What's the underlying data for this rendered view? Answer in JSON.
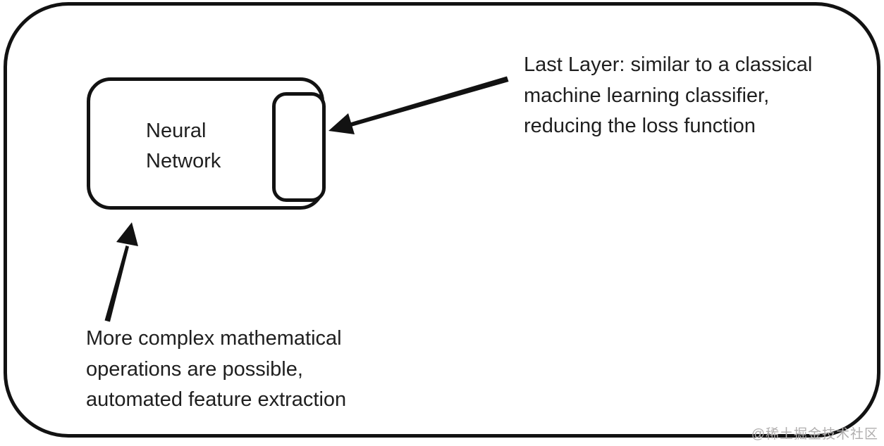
{
  "colors": {
    "ink": "#121212",
    "text": "#1f1f1f",
    "background": "#ffffff",
    "watermark": "#b0aeae"
  },
  "nn_box": {
    "label_lines": [
      "Neural",
      "Network"
    ]
  },
  "annotations": {
    "last_layer": {
      "lines": [
        "Last Layer: similar to a classical",
        "machine learning classifier,",
        "reducing the loss function"
      ]
    },
    "complexity": {
      "lines": [
        "More complex mathematical",
        "operations are possible,",
        "automated feature extraction"
      ]
    }
  },
  "watermark": {
    "text": "@稀土掘金技术社区"
  }
}
